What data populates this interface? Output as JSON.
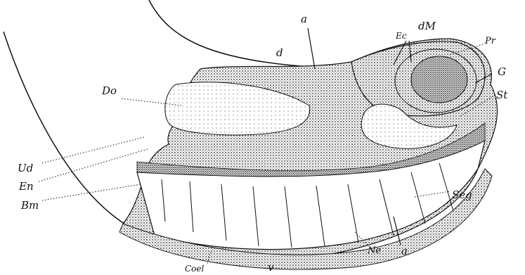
{
  "labels": {
    "a_top": "a",
    "d": "d",
    "Ec": "Ec",
    "dM": "dM",
    "Pr": "Pr",
    "G": "G",
    "St": "St",
    "Do": "Do",
    "Ud": "Ud",
    "En": "En",
    "Bm": "Bm",
    "Seg": "Seg",
    "Coel": "Coel",
    "Ne": "Ne",
    "a_bottom": "a",
    "v": "v"
  },
  "colors": {
    "ink": "#111111",
    "stipple": "#333333",
    "background": "#ffffff"
  }
}
